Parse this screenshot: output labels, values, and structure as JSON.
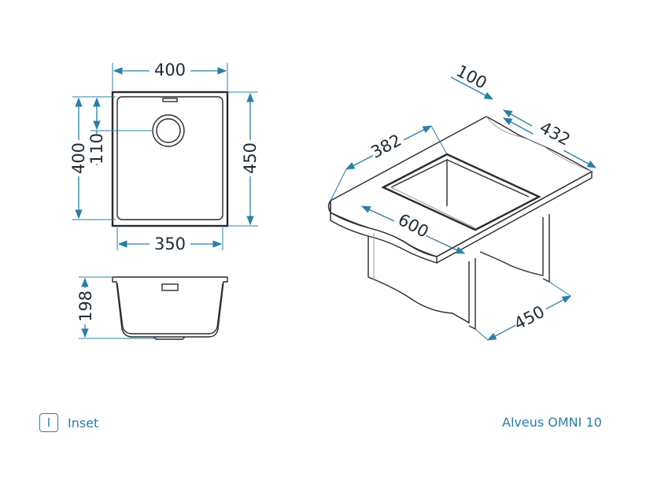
{
  "dimensions": {
    "top_width": "400",
    "inner_height": "400",
    "drain_offset": "110",
    "outer_height": "450",
    "inner_width": "350",
    "depth": "198",
    "front_offset": "100",
    "cutout_width": "382",
    "counter_depth": "432",
    "cabinet_width": "600",
    "cabinet_depth": "450"
  },
  "legend": {
    "symbol": "I",
    "label": "Inset"
  },
  "model": "Alveus OMNI 10",
  "colors": {
    "accent": "#2a7fa8",
    "line": "#2b2b2b"
  }
}
